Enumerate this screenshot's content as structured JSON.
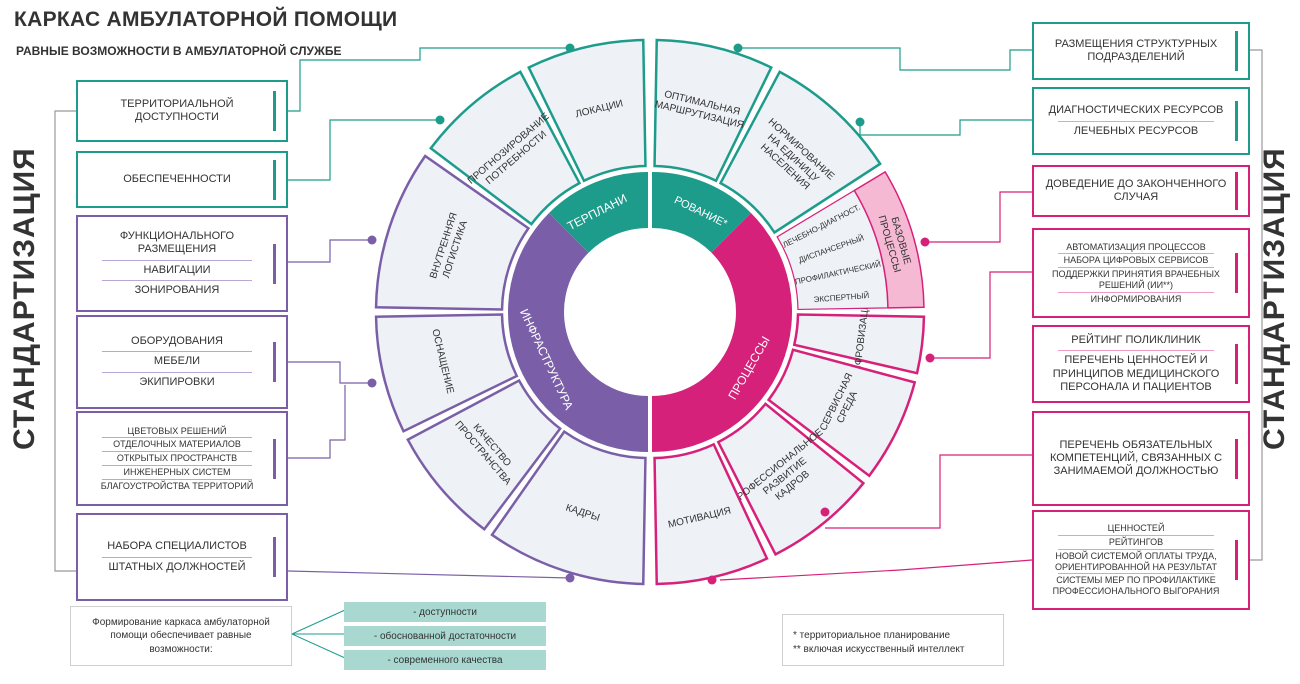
{
  "header": {
    "title": "КАРКАС АМБУЛАТОРНОЙ ПОМОЩИ",
    "subtitle": "РАВНЫЕ ВОЗМОЖНОСТИ В АМБУЛАТОРНОЙ СЛУЖБЕ"
  },
  "side_label": "СТАНДАРТИЗАЦИЯ",
  "left_boxes": [
    {
      "color": "teal",
      "items": [
        "ТЕРРИТОРИАЛЬНОЙ ДОСТУПНОСТИ"
      ]
    },
    {
      "color": "teal",
      "items": [
        "ОБЕСПЕЧЕННОСТИ"
      ]
    },
    {
      "color": "purple",
      "items": [
        "ФУНКЦИОНАЛЬНОГО РАЗМЕЩЕНИЯ",
        "НАВИГАЦИИ",
        "ЗОНИРОВАНИЯ"
      ]
    },
    {
      "color": "purple",
      "items": [
        "ОБОРУДОВАНИЯ",
        "МЕБЕЛИ",
        "ЭКИПИРОВКИ"
      ]
    },
    {
      "color": "purple",
      "small": true,
      "items": [
        "ЦВЕТОВЫХ РЕШЕНИЙ",
        "ОТДЕЛОЧНЫХ МАТЕРИАЛОВ",
        "ОТКРЫТЫХ ПРОСТРАНСТВ",
        "ИНЖЕНЕРНЫХ СИСТЕМ",
        "БЛАГОУСТРОЙСТВА ТЕРРИТОРИЙ"
      ]
    },
    {
      "color": "purple",
      "items": [
        "НАБОРА СПЕЦИАЛИСТОВ",
        "ШТАТНЫХ ДОЛЖНОСТЕЙ"
      ]
    }
  ],
  "right_boxes": [
    {
      "color": "teal",
      "items": [
        "РАЗМЕЩЕНИЯ СТРУКТУРНЫХ ПОДРАЗДЕЛЕНИЙ"
      ]
    },
    {
      "color": "teal",
      "items": [
        "ДИАГНОСТИЧЕСКИХ РЕСУРСОВ",
        "ЛЕЧЕБНЫХ РЕСУРСОВ"
      ]
    },
    {
      "color": "pink",
      "items": [
        "ДОВЕДЕНИЕ ДО ЗАКОНЧЕННОГО СЛУЧАЯ"
      ]
    },
    {
      "color": "pink",
      "small": true,
      "items": [
        "АВТОМАТИЗАЦИЯ ПРОЦЕССОВ",
        "НАБОРА ЦИФРОВЫХ СЕРВИСОВ",
        "ПОДДЕРЖКИ ПРИНЯТИЯ ВРАЧЕБНЫХ РЕШЕНИЙ (ИИ**)",
        "ИНФОРМИРОВАНИЯ"
      ]
    },
    {
      "color": "pink",
      "items": [
        "РЕЙТИНГ ПОЛИКЛИНИК",
        "ПЕРЕЧЕНЬ ЦЕННОСТЕЙ И ПРИНЦИПОВ МЕДИЦИНСКОГО ПЕРСОНАЛА И ПАЦИЕНТОВ"
      ]
    },
    {
      "color": "pink",
      "items": [
        "ПЕРЕЧЕНЬ ОБЯЗАТЕЛЬНЫХ КОМПЕТЕНЦИЙ, СВЯЗАННЫХ С ЗАНИМАЕМОЙ ДОЛЖНОСТЬЮ"
      ]
    },
    {
      "color": "pink",
      "small": true,
      "items": [
        "ЦЕННОСТЕЙ",
        "РЕЙТИНГОВ",
        "НОВОЙ СИСТЕМОЙ ОПЛАТЫ ТРУДА, ОРИЕНТИРОВАННОЙ НА РЕЗУЛЬТАТ",
        "СИСТЕМЫ МЕР ПО ПРОФИЛАКТИКЕ ПРОФЕССИОНАЛЬНОГО ВЫГОРАНИЯ"
      ]
    }
  ],
  "wheel": {
    "left_sectors": [
      "ЛОКАЦИИ",
      "ПРОГНОЗИРОВАНИЕ ПОТРЕБНОСТИ",
      "ВНУТРЕННЯЯ ЛОГИСТИКА",
      "ОСНАЩЕНИЕ",
      "КАЧЕСТВО ПРОСТРАНСТВА",
      "КАДРЫ"
    ],
    "right_sectors": [
      "ОПТИМАЛЬНАЯ МАРШРУТИЗАЦИЯ",
      "НОРМИРОВАНИЕ НА ЕДИНИЦУ НАСЕЛЕНИЯ",
      "ЦИФРОВИЗАЦИЯ",
      "СЕРВИСНАЯ СРЕДА",
      "ПРОФЕССИОНАЛЬНОЕ РАЗВИТИЕ КАДРОВ",
      "МОТИВАЦИЯ"
    ],
    "base_processes_title": "БАЗОВЫЕ ПРОЦЕССЫ",
    "base_processes": [
      "ЛЕЧЕБНО-ДИАГНОСТ.",
      "ДИСПАНСЕРНЫЙ",
      "ПРОФИЛАКТИЧЕСКИЙ",
      "ЭКСПЕРТНЫЙ"
    ],
    "inner_left_top": "ТЕРПЛАНИ",
    "inner_right_top": "РОВАНИЕ*",
    "inner_left_bottom": "ИНФРАСТРУКТУРА",
    "inner_right_bottom": "ПРОЦЕССЫ"
  },
  "bottom_note": {
    "text": "Формирование каркаса амбулаторной помощи обеспечивает равные возможности:",
    "items": [
      "- доступности",
      "- обоснованной достаточности",
      "- современного качества"
    ]
  },
  "footnote": {
    "line1": "* территориальное планирование",
    "line2": "** включая искусственный интеллект"
  },
  "colors": {
    "teal": "#1d9c8c",
    "purple": "#7a5fa8",
    "pink": "#d6217a",
    "sector_fill": "#eef1f6",
    "pill": "#a8d8d0"
  }
}
